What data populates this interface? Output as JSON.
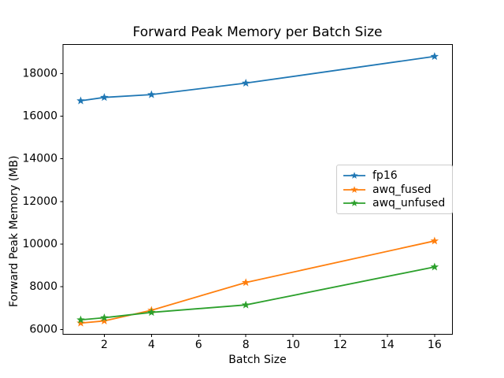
{
  "chart_data": {
    "type": "line",
    "title": "Forward Peak Memory per Batch Size",
    "xlabel": "Batch Size",
    "ylabel": "Forward Peak Memory (MB)",
    "x": [
      1,
      2,
      4,
      8,
      16
    ],
    "series": [
      {
        "name": "fp16",
        "color": "#1f77b4",
        "values": [
          16720,
          16880,
          17010,
          17550,
          18800
        ]
      },
      {
        "name": "awq_fused",
        "color": "#ff7f0e",
        "values": [
          6300,
          6400,
          6900,
          8200,
          10150
        ]
      },
      {
        "name": "awq_unfused",
        "color": "#2ca02c",
        "values": [
          6450,
          6550,
          6800,
          7150,
          8930
        ]
      }
    ],
    "xticks": [
      2,
      4,
      6,
      8,
      10,
      12,
      14,
      16
    ],
    "yticks": [
      6000,
      8000,
      10000,
      12000,
      14000,
      16000,
      18000
    ],
    "xlim": [
      0.25,
      16.75
    ],
    "ylim": [
      5780,
      19360
    ],
    "grid": false,
    "marker": "star",
    "legend_position": "center right",
    "background_color": "#ffffff",
    "text_color": "#000000",
    "spine_color": "#000000"
  }
}
